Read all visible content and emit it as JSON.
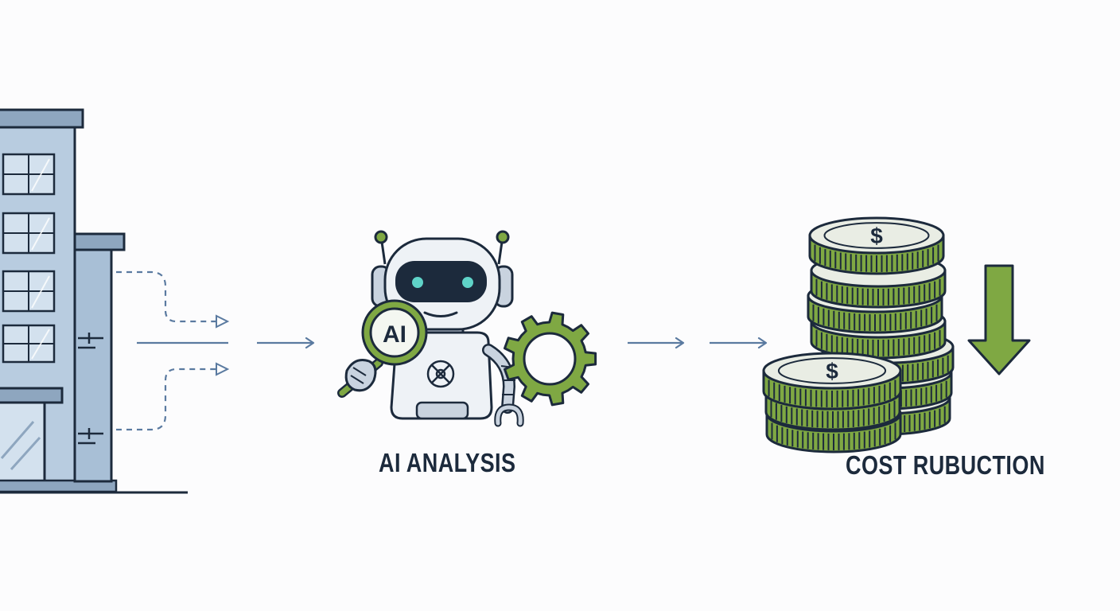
{
  "diagram": {
    "stages": [
      {
        "id": "building",
        "label": ""
      },
      {
        "id": "ai",
        "label": "AI ANALYSIS",
        "badge": "AI"
      },
      {
        "id": "cost",
        "label": "COST RUBUCTION"
      }
    ],
    "coin_symbol": "$",
    "icons": [
      "building-icon",
      "robot-icon",
      "magnifier-icon",
      "gear-icon",
      "coin-stack-icon",
      "down-arrow-icon"
    ]
  },
  "colors": {
    "outline": "#1c2a3c",
    "building_fill": "#b8cce0",
    "building_window": "#d3e1ee",
    "accent_green": "#7fa843",
    "coin_light": "#e9ede4",
    "robot_face": "#1c2a3c",
    "robot_eye": "#5fd3c8",
    "connector": "#5a7aa0"
  }
}
